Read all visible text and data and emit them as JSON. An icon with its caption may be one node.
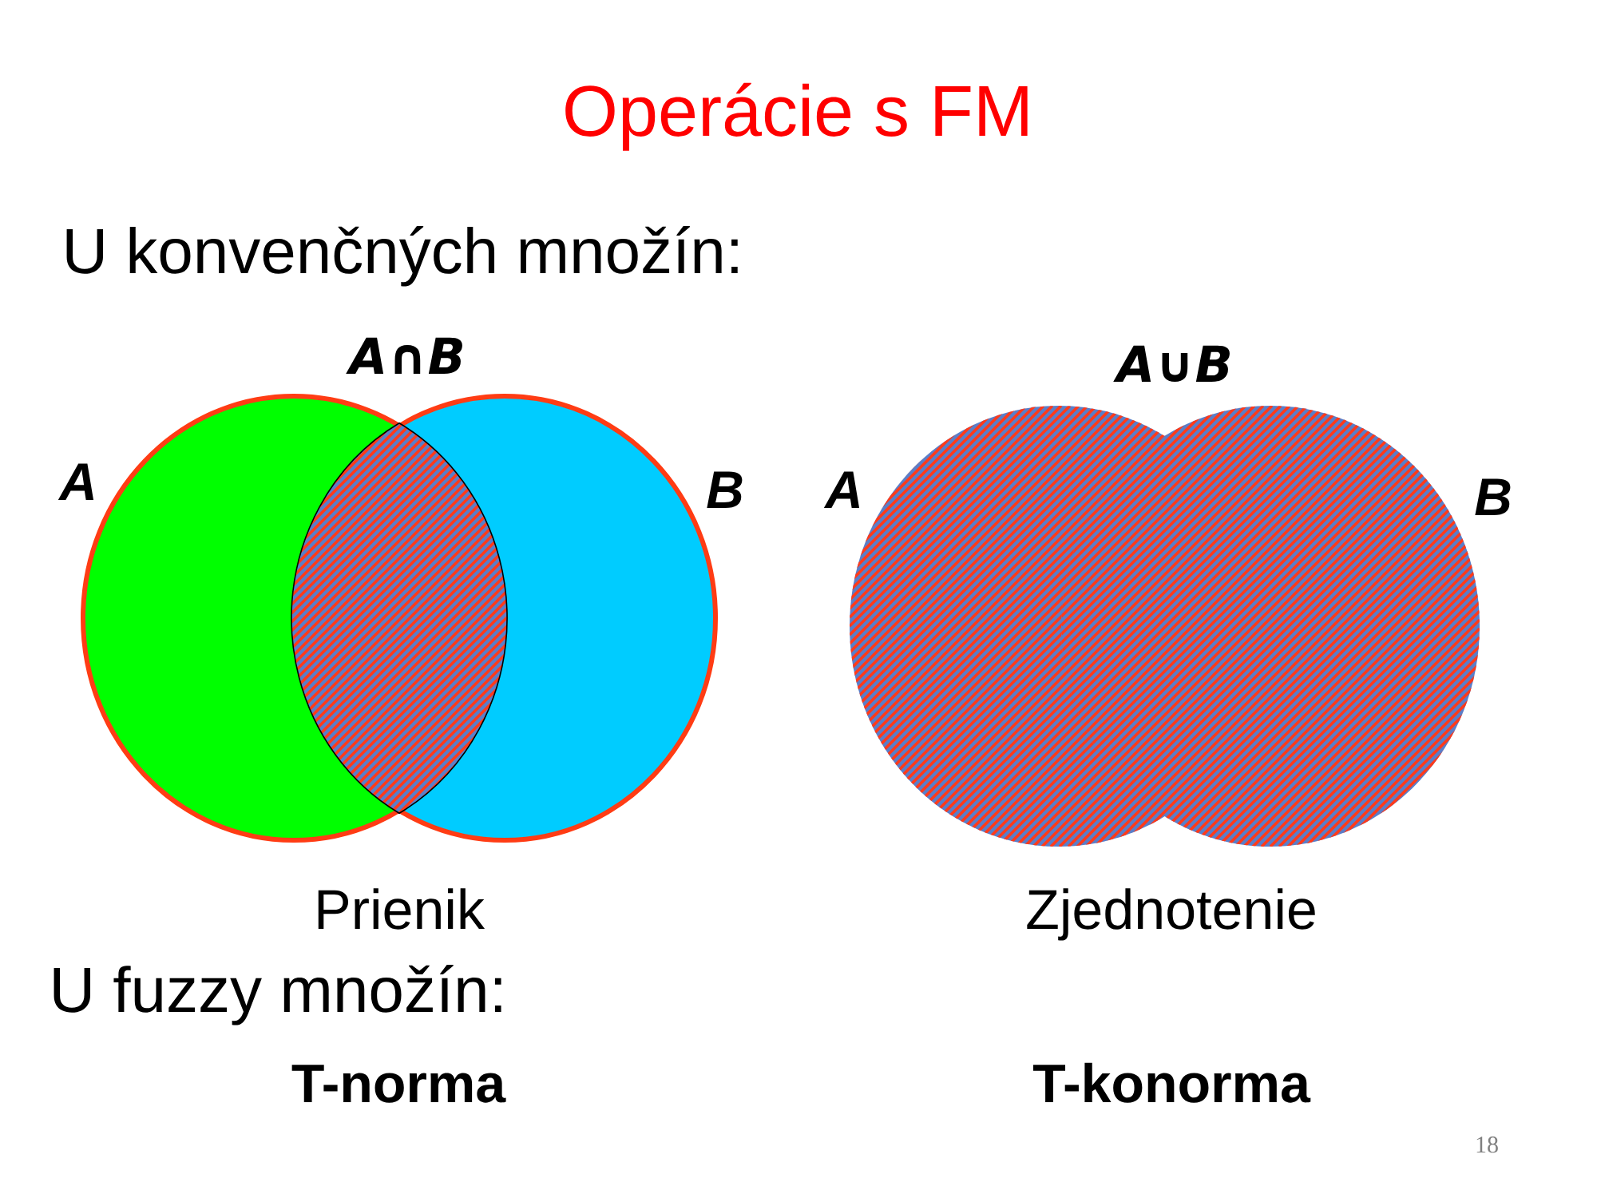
{
  "diagram": {
    "title": "Operácie s FM",
    "nodes": [
      {
        "text": [
          "A"
        ]
      },
      {
        "text": [
          "B"
        ]
      },
      {
        "text": [
          "A∩B"
        ]
      },
      {
        "text": [
          "A"
        ]
      },
      {
        "text": [
          "B"
        ]
      }
    ],
    "labels": [
      "U konvenčných množín:",
      "A∪B",
      "Prienik",
      "Zjednotenie",
      "U fuzzy množín:",
      "T-norma",
      "T-konorma",
      "18"
    ]
  }
}
